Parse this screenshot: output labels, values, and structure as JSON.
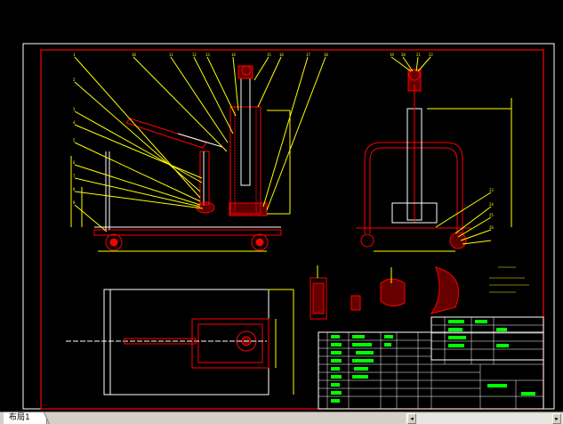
{
  "drawing": {
    "colors": {
      "background": "#000000",
      "frame": "#ff0000",
      "leader": "#ffff00",
      "outline": "#ffffff",
      "hatch": "#ff0000",
      "table_text": "#00ff00"
    },
    "callouts_left": [
      "1",
      "2",
      "3",
      "4",
      "5",
      "6",
      "7",
      "8",
      "9",
      "10",
      "11",
      "12",
      "13",
      "14",
      "15",
      "16",
      "17",
      "18"
    ],
    "callouts_right": [
      "19",
      "20",
      "21",
      "22",
      "23",
      "24",
      "25",
      "26"
    ],
    "title_block": {
      "name": "",
      "code": "",
      "school": ""
    }
  },
  "layout_tabs": {
    "tab1": "布局1"
  },
  "scroll_icons": {
    "left": "◂",
    "right": "▸"
  }
}
